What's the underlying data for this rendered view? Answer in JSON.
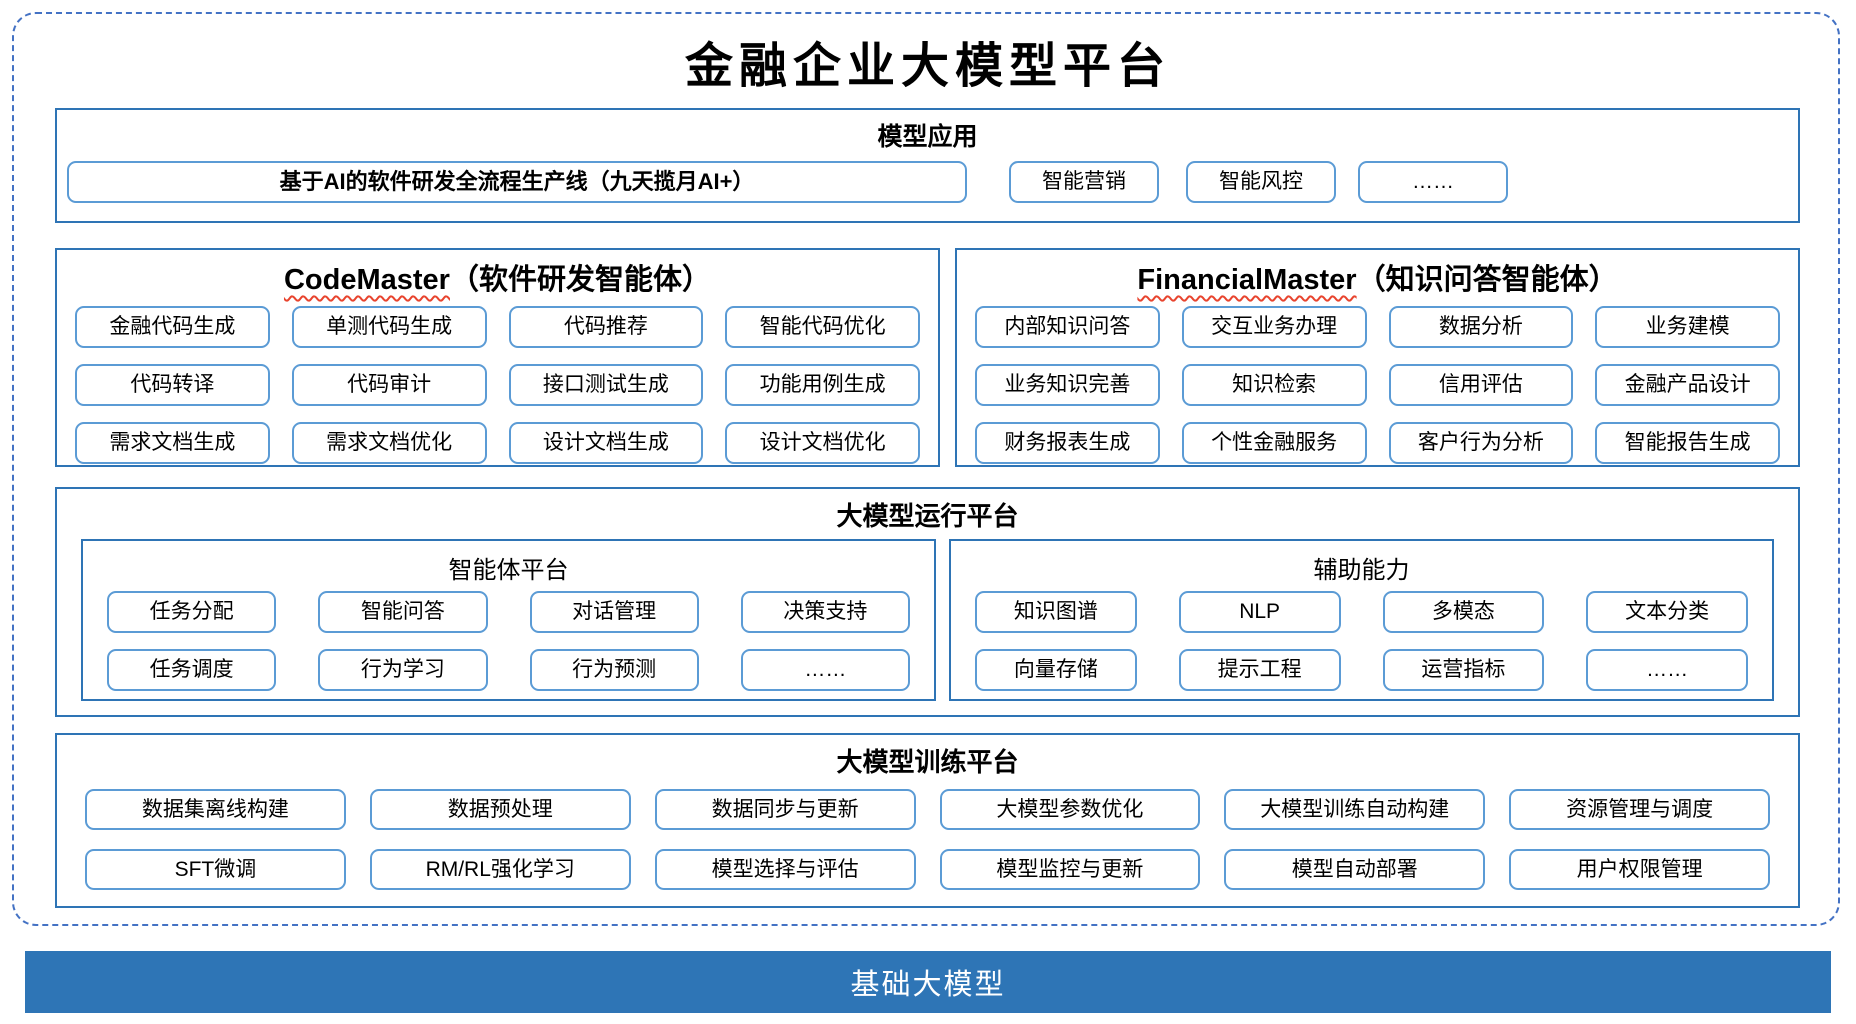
{
  "page_title": "金融企业大模型平台",
  "colors": {
    "panel_border": "#2e74b5",
    "box_border": "#5b9bd5",
    "dashed_border": "#4472c4",
    "foundation_bg": "#2e75b6",
    "squiggle_red": "#e8442e"
  },
  "sections": {
    "model_app": {
      "title": "模型应用",
      "wide_box": "基于AI的软件研发全流程生产线（九天揽月AI+）",
      "boxes": [
        "智能营销",
        "智能风控",
        "……"
      ]
    },
    "code_master": {
      "title_en": "CodeMaster",
      "title_zh": "（软件研发智能体）",
      "rows": [
        [
          "金融代码生成",
          "单测代码生成",
          "代码推荐",
          "智能代码优化"
        ],
        [
          "代码转译",
          "代码审计",
          "接口测试生成",
          "功能用例生成"
        ],
        [
          "需求文档生成",
          "需求文档优化",
          "设计文档生成",
          "设计文档优化"
        ]
      ]
    },
    "financial_master": {
      "title_en": "FinancialMaster",
      "title_zh": "（知识问答智能体）",
      "rows": [
        [
          "内部知识问答",
          "交互业务办理",
          "数据分析",
          "业务建模"
        ],
        [
          "业务知识完善",
          "知识检索",
          "信用评估",
          "金融产品设计"
        ],
        [
          "财务报表生成",
          "个性金融服务",
          "客户行为分析",
          "智能报告生成"
        ]
      ]
    },
    "runtime": {
      "title": "大模型运行平台",
      "agent": {
        "title": "智能体平台",
        "rows": [
          [
            "任务分配",
            "智能问答",
            "对话管理",
            "决策支持"
          ],
          [
            "任务调度",
            "行为学习",
            "行为预测",
            "……"
          ]
        ]
      },
      "aux": {
        "title": "辅助能力",
        "rows": [
          [
            "知识图谱",
            "NLP",
            "多模态",
            "文本分类"
          ],
          [
            "向量存储",
            "提示工程",
            "运营指标",
            "……"
          ]
        ]
      }
    },
    "training": {
      "title": "大模型训练平台",
      "rows": [
        [
          "数据集离线构建",
          "数据预处理",
          "数据同步与更新",
          "大模型参数优化",
          "大模型训练自动构建",
          "资源管理与调度"
        ],
        [
          "SFT微调",
          "RM/RL强化学习",
          "模型选择与评估",
          "模型监控与更新",
          "模型自动部署",
          "用户权限管理"
        ]
      ]
    },
    "foundation": {
      "title": "基础大模型"
    }
  }
}
